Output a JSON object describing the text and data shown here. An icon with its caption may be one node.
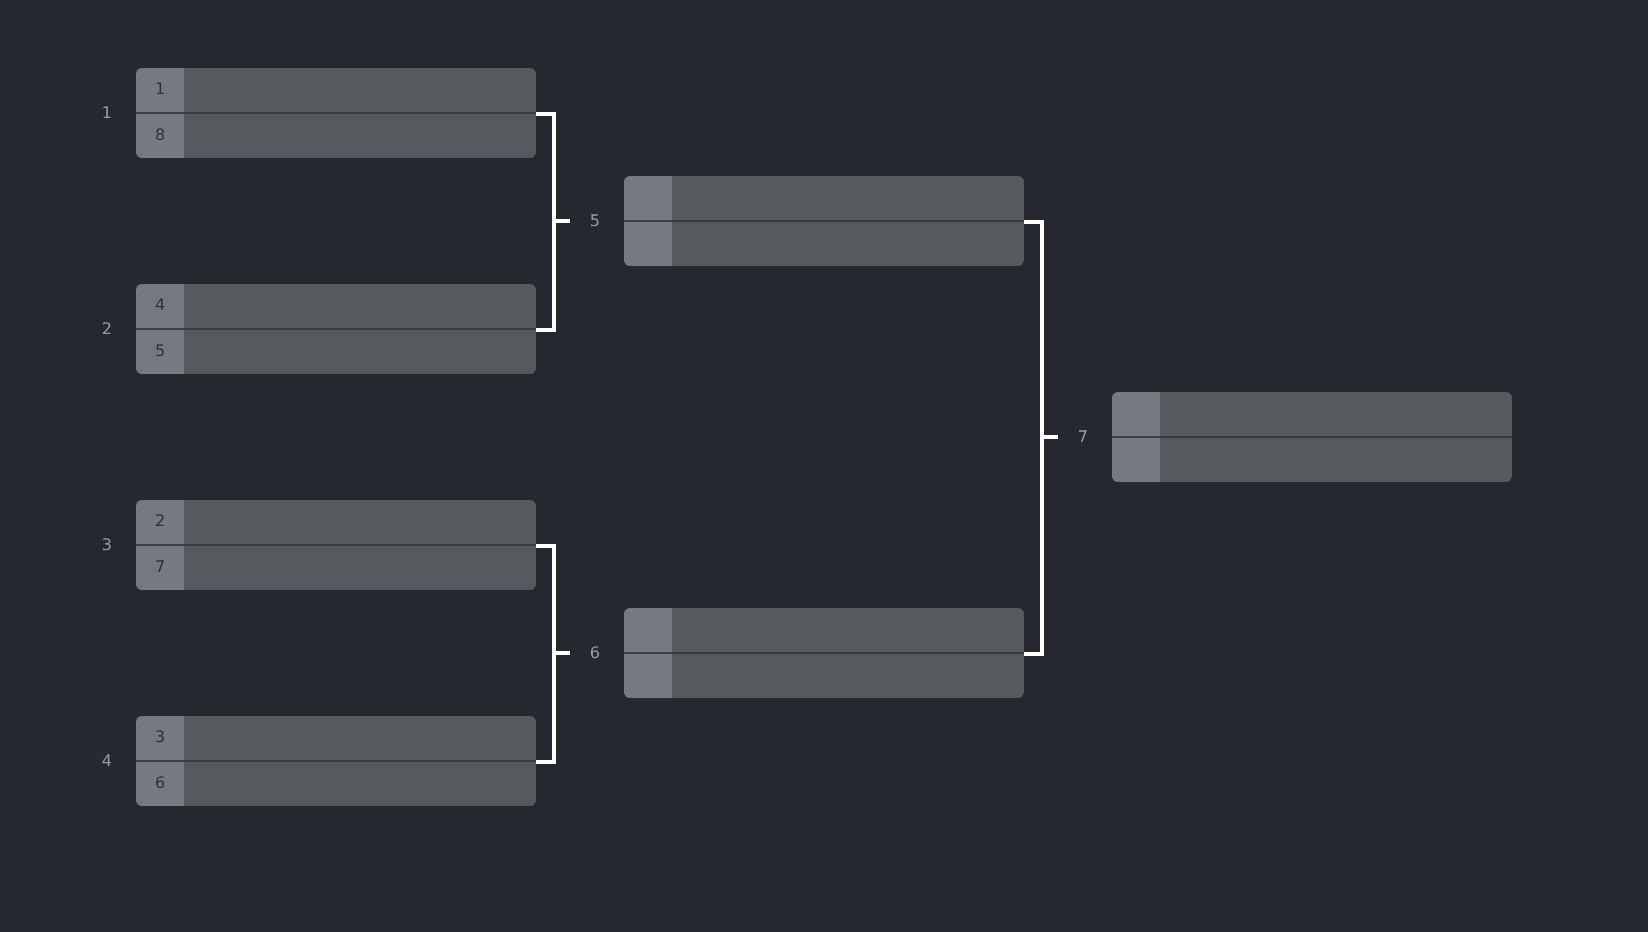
{
  "diagram": {
    "nodes": [
      {
        "text": [
          "1",
          "8"
        ],
        "beside": [
          "1"
        ]
      },
      {
        "text": [
          "4",
          "5"
        ],
        "beside": [
          "2"
        ]
      },
      {
        "text": [
          "2",
          "7"
        ],
        "beside": [
          "3"
        ]
      },
      {
        "text": [
          "3",
          "6"
        ],
        "beside": [
          "4"
        ]
      },
      {
        "text": [],
        "shape": "box",
        "beside": [
          "5"
        ]
      },
      {
        "text": [],
        "shape": "box",
        "beside": [
          "6"
        ]
      },
      {
        "text": [],
        "shape": "box",
        "beside": [
          "7"
        ]
      }
    ],
    "edges": [
      {
        "from": 0,
        "to": 4,
        "arrow": "none"
      },
      {
        "from": 1,
        "to": 4,
        "arrow": "none"
      },
      {
        "from": 2,
        "to": 5,
        "arrow": "none"
      },
      {
        "from": 3,
        "to": 5,
        "arrow": "none"
      },
      {
        "from": 4,
        "to": 6,
        "arrow": "none"
      },
      {
        "from": 5,
        "to": 6,
        "arrow": "none"
      }
    ]
  }
}
